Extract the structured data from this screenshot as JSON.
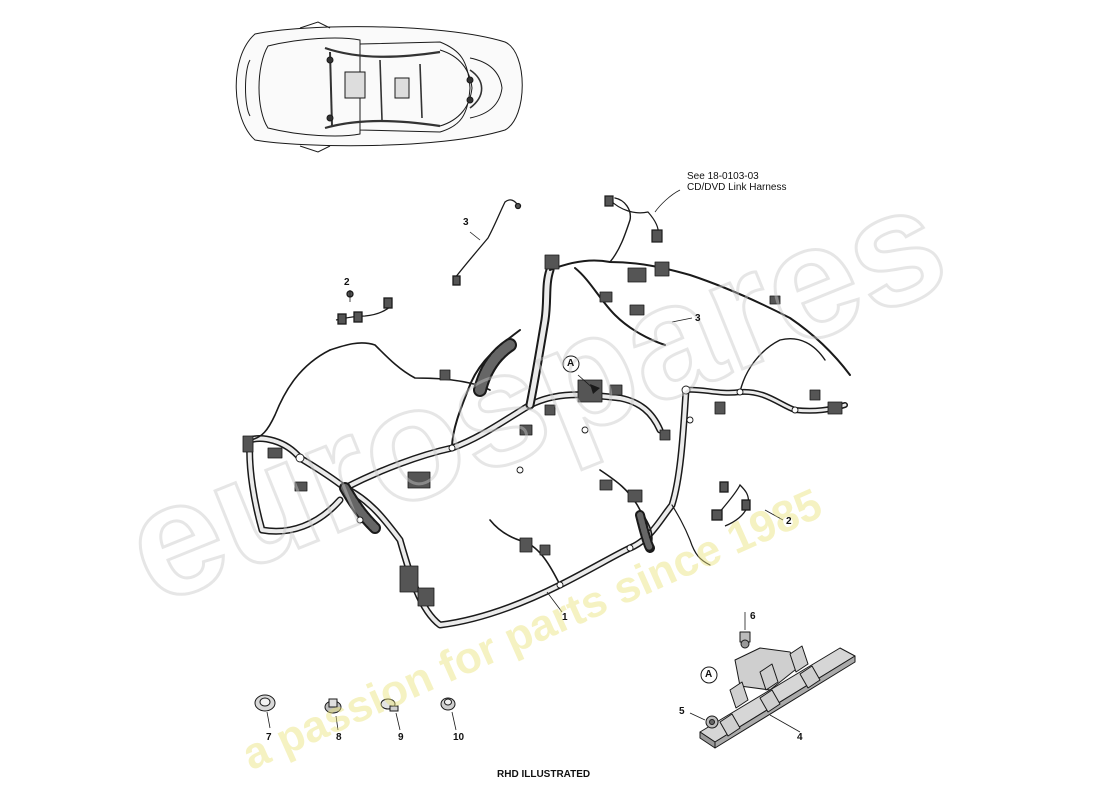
{
  "watermark": {
    "brand": "eurospares",
    "tagline": "a passion for parts since 1985",
    "brand_color": "#d0d0d0",
    "tagline_color": "#e9e278"
  },
  "reference_note": {
    "line1": "See 18-0103-03",
    "line2": "CD/DVD Link Harness"
  },
  "callouts": [
    {
      "id": "1",
      "text": "1"
    },
    {
      "id": "2a",
      "text": "2"
    },
    {
      "id": "2b",
      "text": "2"
    },
    {
      "id": "3a",
      "text": "3"
    },
    {
      "id": "3b",
      "text": "3"
    },
    {
      "id": "4",
      "text": "4"
    },
    {
      "id": "5",
      "text": "5"
    },
    {
      "id": "6",
      "text": "6"
    },
    {
      "id": "7",
      "text": "7"
    },
    {
      "id": "8",
      "text": "8"
    },
    {
      "id": "9",
      "text": "9"
    },
    {
      "id": "10",
      "text": "10"
    }
  ],
  "detail_markers": [
    {
      "id": "A-main",
      "text": "A"
    },
    {
      "id": "A-detail",
      "text": "A"
    }
  ],
  "footer": {
    "caption": "RHD ILLUSTRATED"
  },
  "colors": {
    "line": "#1a1a1a",
    "harness_fill": "#e8e8e8",
    "connector": "#555555"
  }
}
